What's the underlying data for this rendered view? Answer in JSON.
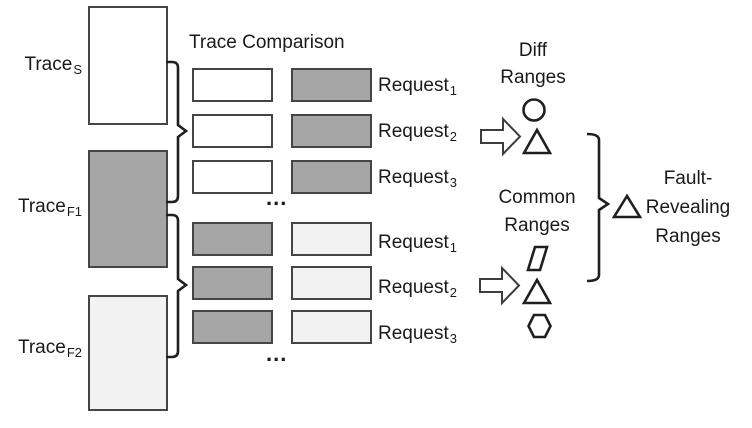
{
  "colors": {
    "medium_gray": "#a6a6a6",
    "light_gray": "#f2f2f2",
    "outline": "#454545",
    "shape_stroke": "#1f1f1f",
    "text": "#1a1a1a"
  },
  "diagram": {
    "comparison_title": "Trace Comparison",
    "traces": [
      {
        "label": "Trace",
        "sub": "S",
        "fill": "#ffffff"
      },
      {
        "label": "Trace",
        "sub": "F1",
        "fill": "#a6a6a6"
      },
      {
        "label": "Trace",
        "sub": "F2",
        "fill": "#f2f2f2"
      }
    ],
    "groups": [
      {
        "left_fill": "#ffffff",
        "right_fill": "#a6a6a6",
        "requests": [
          {
            "label": "Request",
            "sub": "1"
          },
          {
            "label": "Request",
            "sub": "2"
          },
          {
            "label": "Request",
            "sub": "3"
          }
        ],
        "ellipsis": "...",
        "header_line1": "Diff",
        "header_line2": "Ranges",
        "result_shapes": [
          "circle",
          "triangle"
        ]
      },
      {
        "left_fill": "#a6a6a6",
        "right_fill": "#f2f2f2",
        "requests": [
          {
            "label": "Request",
            "sub": "1"
          },
          {
            "label": "Request",
            "sub": "2"
          },
          {
            "label": "Request",
            "sub": "3"
          }
        ],
        "ellipsis": "...",
        "header_line1": "Common",
        "header_line2": "Ranges",
        "result_shapes": [
          "parallelogram",
          "triangle",
          "hexagon"
        ]
      }
    ],
    "fault": {
      "line1": "Fault-",
      "line2": "Revealing",
      "line3": "Ranges",
      "marker": "triangle"
    }
  }
}
